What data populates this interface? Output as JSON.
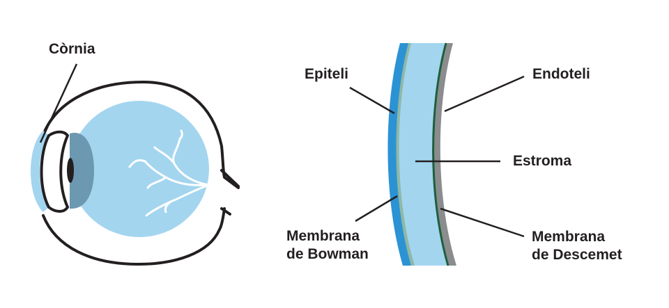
{
  "labels": {
    "cornia": "Còrnia",
    "epiteli": "Epiteli",
    "endoteli": "Endoteli",
    "estroma": "Estroma",
    "bowman_line1": "Membrana",
    "bowman_line2": "de Bowman",
    "descemet_line1": "Membrana",
    "descemet_line2": "de Descemet"
  },
  "colors": {
    "outline": "#231f20",
    "eye_blue": "#a3d5ef",
    "lens_dark": "#6c98b2",
    "epithelium_blue": "#2b93d4",
    "bowman_green": "#8fb8a6",
    "descemet_green": "#1d5f3c",
    "endothelium_gray": "#8a8c8e",
    "veins": "#ffffff"
  }
}
